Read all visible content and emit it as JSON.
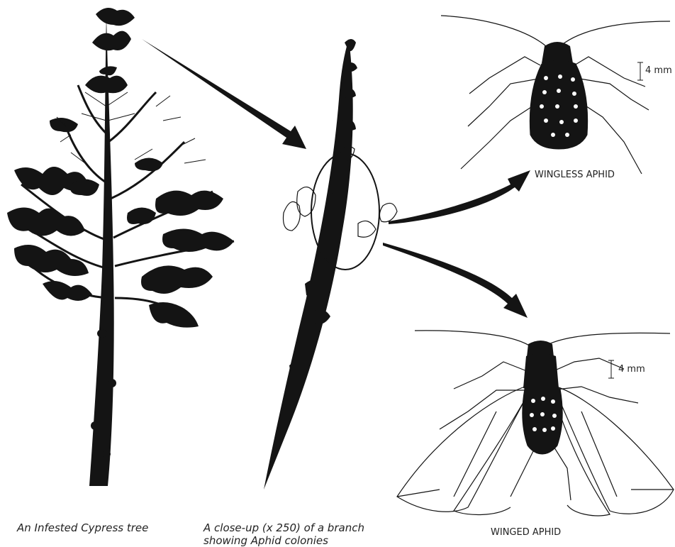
{
  "captions": {
    "tree": "An Infested Cypress tree",
    "branch": "A close-up (x 250) of a branch showing Aphid colonies",
    "winged": "WINGED APHID"
  },
  "labels": {
    "wingless": "WINGLESS APHID",
    "scale_wingless": "4 mm",
    "scale_winged": "4 mm"
  },
  "colors": {
    "ink": "#141414",
    "paper": "#ffffff"
  }
}
